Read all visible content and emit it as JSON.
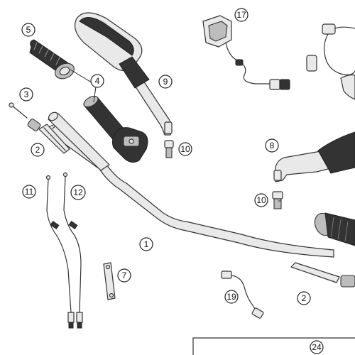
{
  "accent_color": "#e8741c",
  "highlighted_callout": "12",
  "callouts": {
    "c1": "1",
    "c2a": "2",
    "c2b": "2",
    "c3": "3",
    "c4": "4",
    "c5": "5",
    "c7": "7",
    "c8": "8",
    "c9": "9",
    "c10a": "10",
    "c10b": "10",
    "c11": "11",
    "c12": "12",
    "c17": "17",
    "c19": "19",
    "c24": "24"
  }
}
